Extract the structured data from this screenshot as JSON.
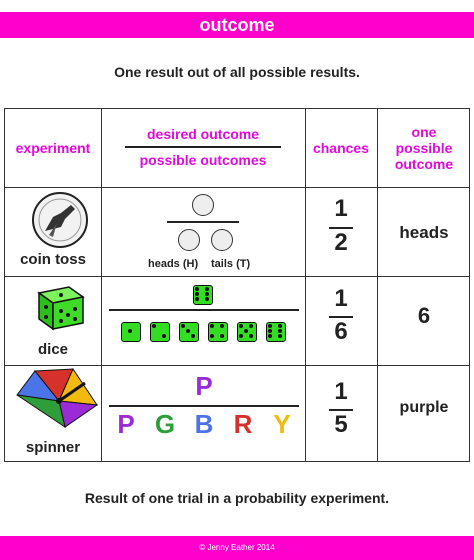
{
  "header": {
    "title": "outcome"
  },
  "subtitle": "One result out of all possible results.",
  "table": {
    "headers": {
      "experiment": "experiment",
      "desired": "desired outcome",
      "possible": "possible outcomes",
      "chances": "chances",
      "one_possible": [
        "one",
        "possible",
        "outcome"
      ]
    },
    "rows": [
      {
        "experiment": "coin toss",
        "chance_num": "1",
        "chance_den": "2",
        "outcome": "heads",
        "heads_label": "heads (H)",
        "tails_label": "tails (T)"
      },
      {
        "experiment": "dice",
        "chance_num": "1",
        "chance_den": "6",
        "outcome": "6",
        "die_faces": [
          1,
          2,
          3,
          4,
          5,
          6
        ],
        "desired_face": 6
      },
      {
        "experiment": "spinner",
        "chance_num": "1",
        "chance_den": "5",
        "outcome": "purple",
        "desired_letter": "P",
        "letters": [
          "P",
          "G",
          "B",
          "R",
          "Y"
        ],
        "letter_colors": [
          "#9a2bd6",
          "#2e9e3a",
          "#4a74e8",
          "#d6322b",
          "#f2b90f"
        ]
      }
    ]
  },
  "footer": "Result of one trial in a probability experiment.",
  "copyright": "© Jenny Eather 2014",
  "colors": {
    "accent": "#ff00cc",
    "heading": "#e00ad9",
    "die": "#33dd22"
  }
}
